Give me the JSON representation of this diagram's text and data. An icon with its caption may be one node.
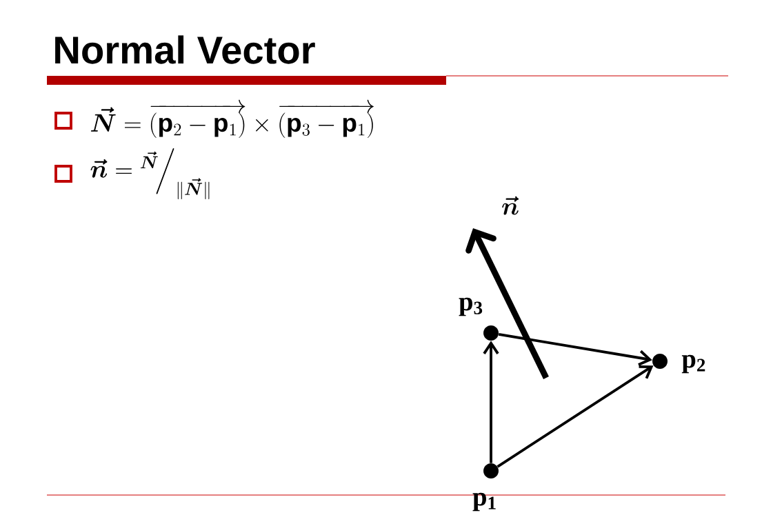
{
  "diagram": {
    "title": "Normal Vector",
    "nodes": [
      {
        "text": [],
        "shape": "circle",
        "beside": [
          "p$_{1}$"
        ]
      },
      {
        "text": [],
        "shape": "circle",
        "beside": [
          "p$_{2}$"
        ]
      },
      {
        "text": [],
        "shape": "circle",
        "beside": [
          "p$_{3}$"
        ]
      }
    ],
    "edges": [
      {
        "from": 0,
        "to": 2,
        "arrow": "to"
      },
      {
        "from": 0,
        "to": 1,
        "arrow": "to"
      },
      {
        "from": 2,
        "to": 1,
        "arrow": "to"
      }
    ],
    "labels": [
      "\\boldsymbol{\\vec{N}} = \\overrightarrow{(\\mathbf{p}_2 - \\mathbf{p}_1)} \\times \\overrightarrow{(\\mathbf{p}_3 - \\mathbf{p}_1)}",
      "\\boldsymbol{\\vec{n}} = {}^{\\boldsymbol{\\vec{N}}}\\!\\Big/_{\\|\\boldsymbol{\\vec{N}}\\|}",
      "\\boldsymbol{\\vec{n}}"
    ]
  }
}
